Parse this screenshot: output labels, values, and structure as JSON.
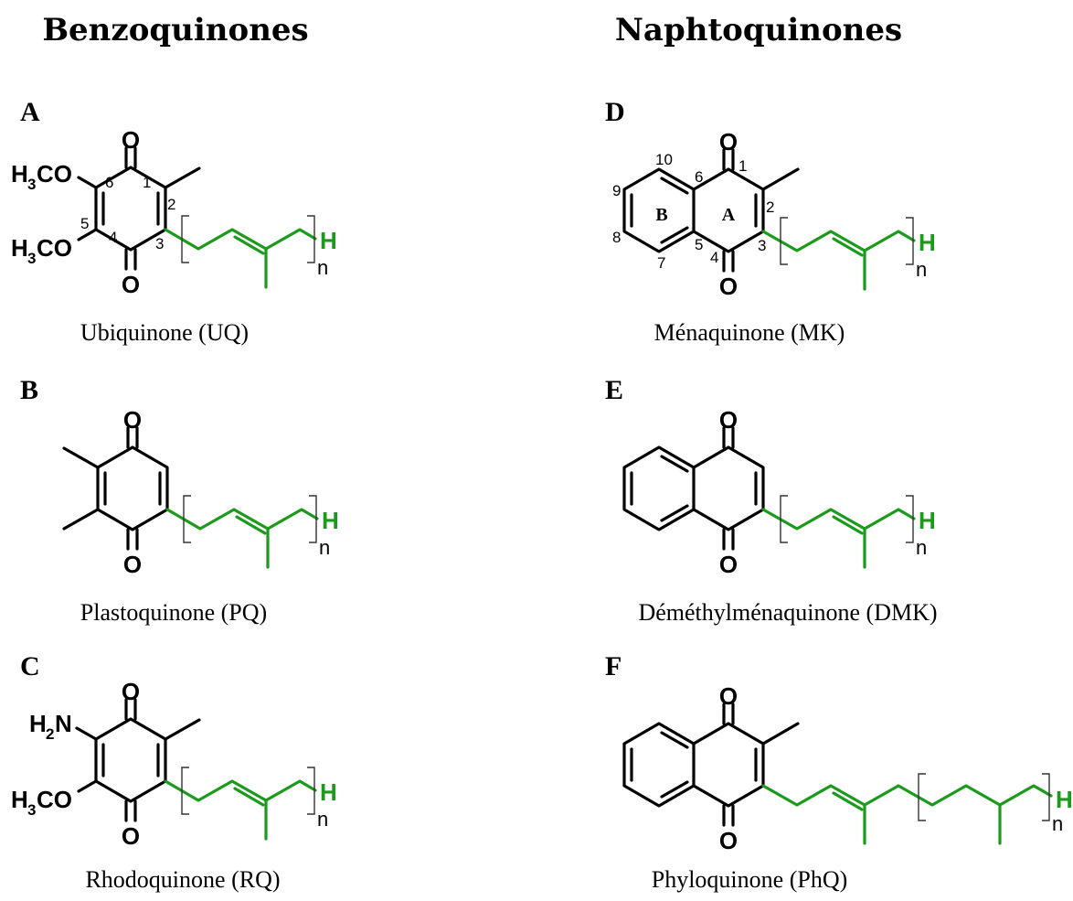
{
  "headers": {
    "left": "Benzoquinones",
    "right": "Naphtoquinones"
  },
  "panels": {
    "A": {
      "letter": "A",
      "caption": "Ubiquinone (UQ)",
      "sub1": "H3CO",
      "sub2": "H3CO"
    },
    "B": {
      "letter": "B",
      "caption": "Plastoquinone (PQ)"
    },
    "C": {
      "letter": "C",
      "caption": "Rhodoquinone (RQ)",
      "sub1": "H2N",
      "sub2": "H3CO"
    },
    "D": {
      "letter": "D",
      "caption": "Ménaquinone (MK)"
    },
    "E": {
      "letter": "E",
      "caption": "Déméthylménaquinone (DMK)"
    },
    "F": {
      "letter": "F",
      "caption": "Phyloquinone (PhQ)"
    }
  },
  "atoms": {
    "oxygen": "O",
    "hydrogen": "H",
    "repeat": "n"
  },
  "ring_labels": {
    "a": "A",
    "b": "B"
  },
  "numbering_A": [
    "1",
    "2",
    "3",
    "4",
    "5",
    "6"
  ],
  "numbering_D": [
    "1",
    "2",
    "3",
    "4",
    "5",
    "6",
    "7",
    "8",
    "9",
    "10"
  ],
  "colors": {
    "chain": "#1c9a1c",
    "structure": "#000000"
  }
}
